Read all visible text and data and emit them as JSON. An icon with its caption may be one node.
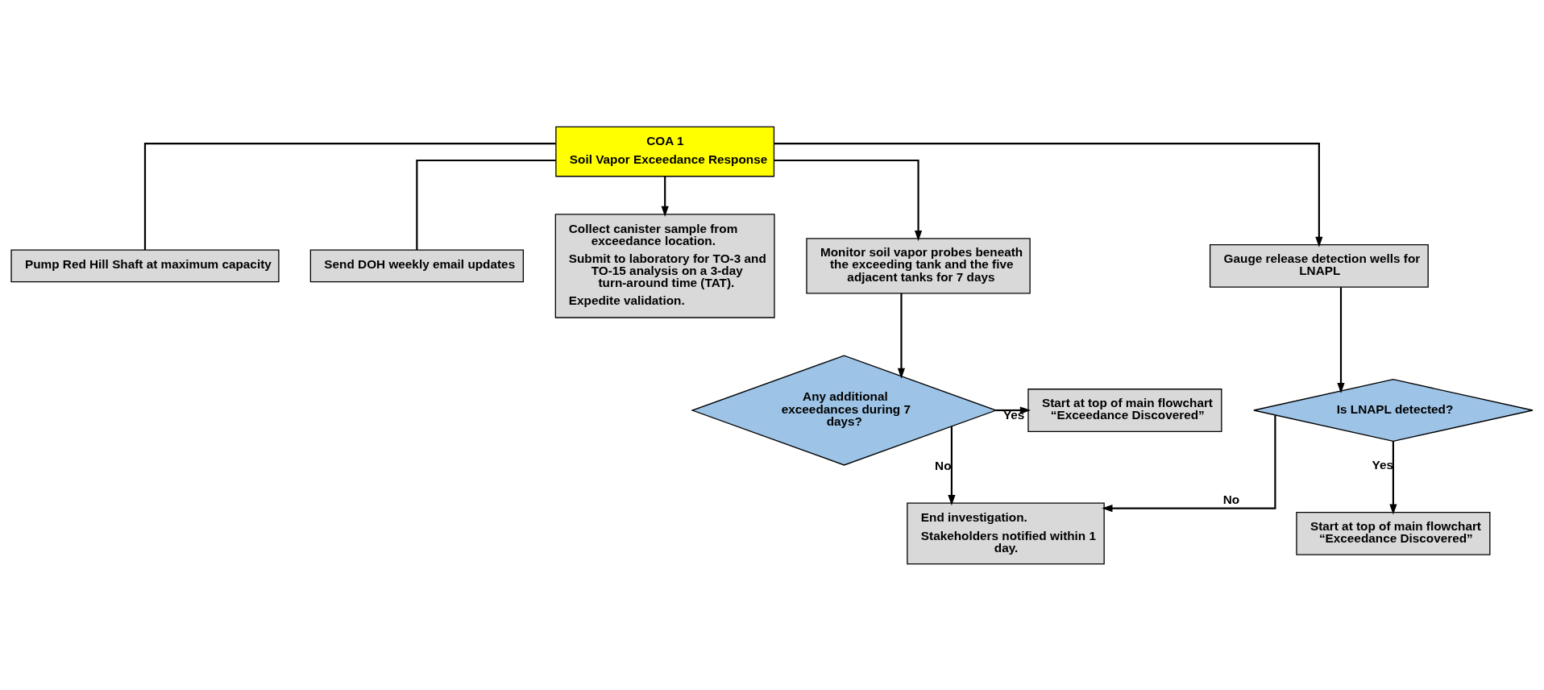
{
  "diagram": {
    "nodes": [
      {
        "text": [
          "COA 1",
          "Soil Vapor Exceedance Response"
        ]
      },
      {
        "text": [
          "Pump Red Hill Shaft at maximum capacity"
        ]
      },
      {
        "text": [
          "Send DOH weekly email updates"
        ]
      },
      {
        "text": [
          "Collect canister sample from exceedance location.",
          "Submit to laboratory for TO-3 and TO-15 analysis on a 3-day turn-around time (TAT).",
          "Expedite validation."
        ]
      },
      {
        "text": [
          "Monitor soil vapor probes beneath the exceeding tank and the five adjacent tanks for 7 days"
        ]
      },
      {
        "text": [
          "Gauge release detection wells for LNAPL"
        ]
      },
      {
        "text": [
          "Any additional exceedances during 7 days?"
        ]
      },
      {
        "text": [
          "Start at top of main flowchart “Exceedance Discovered”"
        ]
      },
      {
        "text": [
          "Is LNAPL detected?"
        ]
      },
      {
        "text": [
          "End investigation.",
          "Stakeholders notified within 1 day."
        ]
      },
      {
        "text": [
          "Start at top of main flowchart “Exceedance Discovered”"
        ]
      }
    ],
    "edges": [
      {
        "from": 0,
        "to": 1,
        "arrow": "none"
      },
      {
        "from": 0,
        "to": 2,
        "arrow": "none"
      },
      {
        "from": 0,
        "to": 3,
        "arrow": "to"
      },
      {
        "from": 0,
        "to": 4,
        "arrow": "to"
      },
      {
        "from": 0,
        "to": 5,
        "arrow": "to"
      },
      {
        "from": 4,
        "to": 6,
        "arrow": "to"
      },
      {
        "from": 6,
        "to": 7,
        "label": "Yes",
        "arrow": "to"
      },
      {
        "from": 6,
        "to": 9,
        "label": "No",
        "arrow": "to"
      },
      {
        "from": 5,
        "to": 8,
        "arrow": "to"
      },
      {
        "from": 8,
        "to": 9,
        "label": "No",
        "arrow": "to"
      },
      {
        "from": 8,
        "to": 10,
        "label": "Yes",
        "arrow": "to"
      }
    ]
  }
}
